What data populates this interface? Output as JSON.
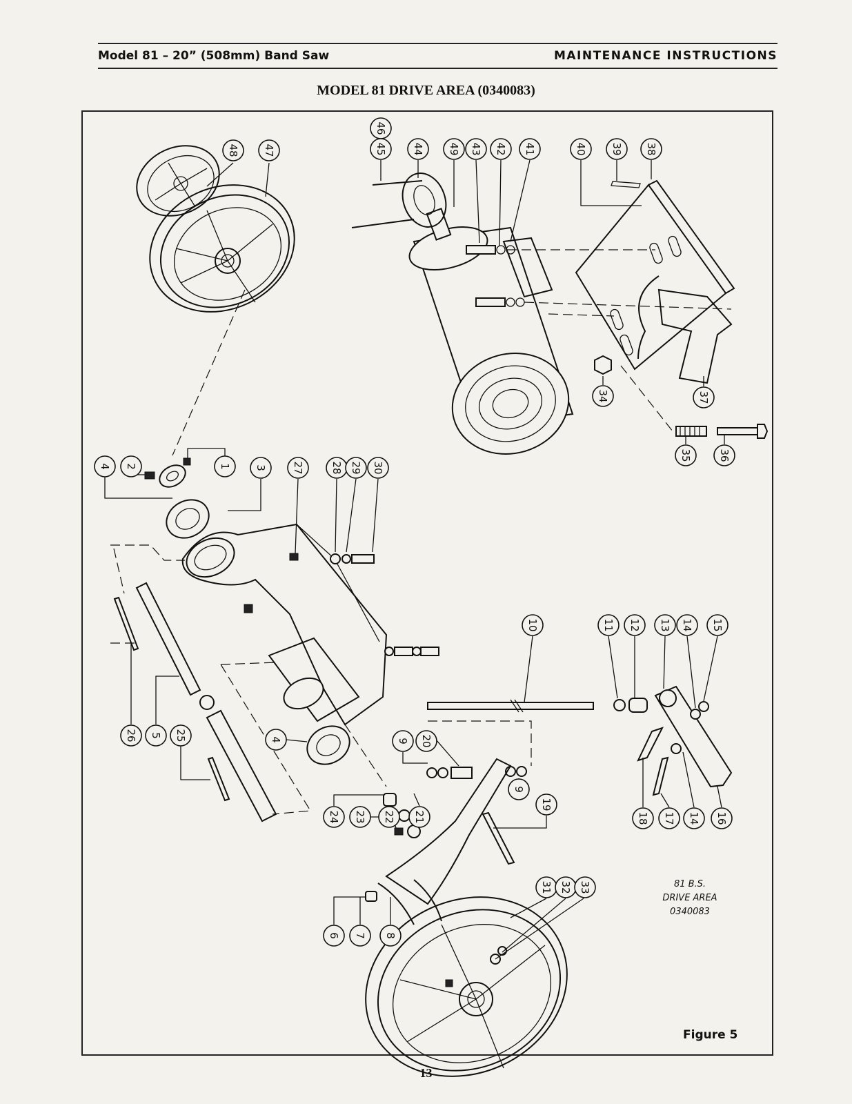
{
  "header": {
    "left": "Model 81 – 20” (508mm) Band Saw",
    "right": "MAINTENANCE INSTRUCTIONS"
  },
  "title": "MODEL 81 DRIVE AREA (0340083)",
  "drawing_label": {
    "line1": "81 B.S.",
    "line2": "DRIVE AREA",
    "line3": "0340083"
  },
  "figure_label": "Figure 5",
  "page_number": "13",
  "callouts": [
    {
      "id": "c48",
      "label": "48"
    },
    {
      "id": "c47",
      "label": "47"
    },
    {
      "id": "c46",
      "label": "46"
    },
    {
      "id": "c45",
      "label": "45"
    },
    {
      "id": "c44",
      "label": "44"
    },
    {
      "id": "c49",
      "label": "49"
    },
    {
      "id": "c43",
      "label": "43"
    },
    {
      "id": "c42",
      "label": "42"
    },
    {
      "id": "c41",
      "label": "41"
    },
    {
      "id": "c40",
      "label": "40"
    },
    {
      "id": "c39",
      "label": "39"
    },
    {
      "id": "c38",
      "label": "38"
    },
    {
      "id": "c34",
      "label": "34"
    },
    {
      "id": "c37",
      "label": "37"
    },
    {
      "id": "c35",
      "label": "35"
    },
    {
      "id": "c36",
      "label": "36"
    },
    {
      "id": "c4a",
      "label": "4"
    },
    {
      "id": "c2",
      "label": "2"
    },
    {
      "id": "c1",
      "label": "1"
    },
    {
      "id": "c3",
      "label": "3"
    },
    {
      "id": "c27",
      "label": "27"
    },
    {
      "id": "c28",
      "label": "28"
    },
    {
      "id": "c29",
      "label": "29"
    },
    {
      "id": "c30",
      "label": "30"
    },
    {
      "id": "c26",
      "label": "26"
    },
    {
      "id": "c5",
      "label": "5"
    },
    {
      "id": "c25",
      "label": "25"
    },
    {
      "id": "c4b",
      "label": "4"
    },
    {
      "id": "c10",
      "label": "10"
    },
    {
      "id": "c11",
      "label": "11"
    },
    {
      "id": "c12",
      "label": "12"
    },
    {
      "id": "c13",
      "label": "13"
    },
    {
      "id": "c14a",
      "label": "14"
    },
    {
      "id": "c15",
      "label": "15"
    },
    {
      "id": "c9a",
      "label": "9"
    },
    {
      "id": "c20",
      "label": "20"
    },
    {
      "id": "c9b",
      "label": "9"
    },
    {
      "id": "c19",
      "label": "19"
    },
    {
      "id": "c18",
      "label": "18"
    },
    {
      "id": "c17",
      "label": "17"
    },
    {
      "id": "c14b",
      "label": "14"
    },
    {
      "id": "c16",
      "label": "16"
    },
    {
      "id": "c24",
      "label": "24"
    },
    {
      "id": "c23",
      "label": "23"
    },
    {
      "id": "c22",
      "label": "22"
    },
    {
      "id": "c21",
      "label": "21"
    },
    {
      "id": "c6",
      "label": "6"
    },
    {
      "id": "c7",
      "label": "7"
    },
    {
      "id": "c8",
      "label": "8"
    },
    {
      "id": "c31",
      "label": "31"
    },
    {
      "id": "c32",
      "label": "32"
    },
    {
      "id": "c33",
      "label": "33"
    }
  ]
}
